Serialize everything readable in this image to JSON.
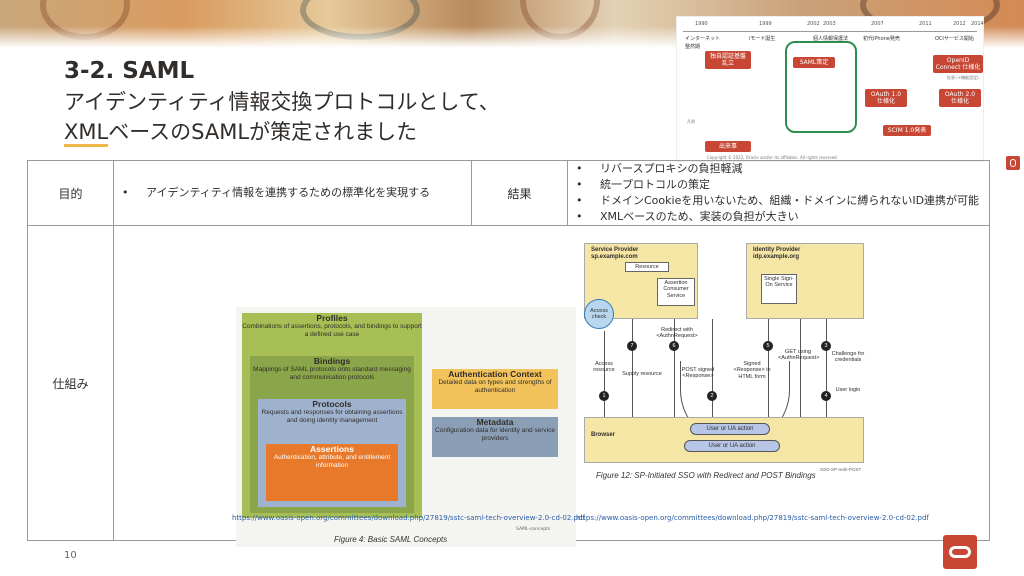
{
  "slide": {
    "title": "3-2. SAML",
    "subtitle_line1": "アイデンティティ情報交換プロトコルとして、",
    "subtitle_line2_highlight": "XML",
    "subtitle_line2_rest": "ベースのSAMLが策定されました",
    "page_number": "10"
  },
  "timeline": {
    "years": [
      "1990",
      "1999",
      "2002",
      "2003",
      "2007",
      "2011",
      "2012",
      "2014"
    ],
    "events": [
      "インターネット",
      "iモード誕生",
      "個人情報保護法",
      "初代iPhone発売",
      "OCIサービス開始",
      "整然期"
    ],
    "boxes": [
      "独自認証基盤 乱立",
      "SAML策定",
      "OAuth 1.0 仕様化",
      "OAuth 2.0 仕様化",
      "OpenID Connect 仕様化",
      "SCIM 1.0発表",
      "出来事"
    ],
    "legend": "凡例",
    "misc": [
      "拡張 (+機能設定)",
      "Copyright © 2022, Oracle and/or its affiliates. All rights reserved."
    ]
  },
  "table": {
    "row1": {
      "purpose_label": "目的",
      "purpose_bullets": [
        "アイデンティティ情報を連携するための標準化を実現する"
      ],
      "result_label": "結果",
      "result_bullets": [
        "リバースプロキシの負担軽減",
        "統一プロトコルの策定",
        "ドメインCookieを用いないため、組織・ドメインに縛られないID連携が可能",
        "XMLベースのため、実装の負担が大きい"
      ]
    },
    "row2": {
      "mechanism_label": "仕組み",
      "fig1": {
        "profiles_title": "Profiles",
        "profiles_desc": "Combinations of assertions, protocols, and bindings to support a defined use case",
        "bindings_title": "Bindings",
        "bindings_desc": "Mappings of SAML protocols onto standard messaging and communication protocols",
        "protocols_title": "Protocols",
        "protocols_desc": "Requests and responses for obtaining assertions and doing identity management",
        "assertions_title": "Assertions",
        "assertions_desc": "Authentication, attribute, and entitlement information",
        "authctx_title": "Authentication Context",
        "authctx_desc": "Detailed data on types and strengths of authentication",
        "metadata_title": "Metadata",
        "metadata_desc": "Configuration data for identity and service providers",
        "caption": "Figure 4: Basic SAML Concepts",
        "tag": "SAML-concepts",
        "url": "https://www.oasis-open.org/committees/download.php/27819/sstc-saml-tech-overview-2.0-cd-02.pdf"
      },
      "fig2": {
        "sp_title": "Service Provider",
        "sp_host": "sp.example.com",
        "idp_title": "Identity Provider",
        "idp_host": "idp.example.org",
        "resource": "Resource",
        "acs": "Assertion Consumer Service",
        "sso": "Single Sign-On Service",
        "access_check": "Access check",
        "browser": "Browser",
        "ua1": "User or UA action",
        "ua2": "User or UA action",
        "labels": [
          "Access resource",
          "Supply resource",
          "Redirect with <AuthnRequest>",
          "POST signed <Response>",
          "Signed <Response> in HTML form",
          "GET using <AuthnRequest>",
          "Challenge for credentials",
          "User login"
        ],
        "numbers": [
          "1",
          "2",
          "3",
          "4",
          "5",
          "6",
          "7"
        ],
        "caption": "Figure 12: SP-Initiated SSO with Redirect and POST Bindings",
        "tag": "SSO-SP-redir-POST",
        "url": "https://www.oasis-open.org/committees/download.php/27819/sstc-saml-tech-overview-2.0-cd-02.pdf"
      }
    }
  },
  "colors": {
    "accent": "#c74634",
    "highlight": "#f0b64a",
    "link": "#2a5da8"
  }
}
